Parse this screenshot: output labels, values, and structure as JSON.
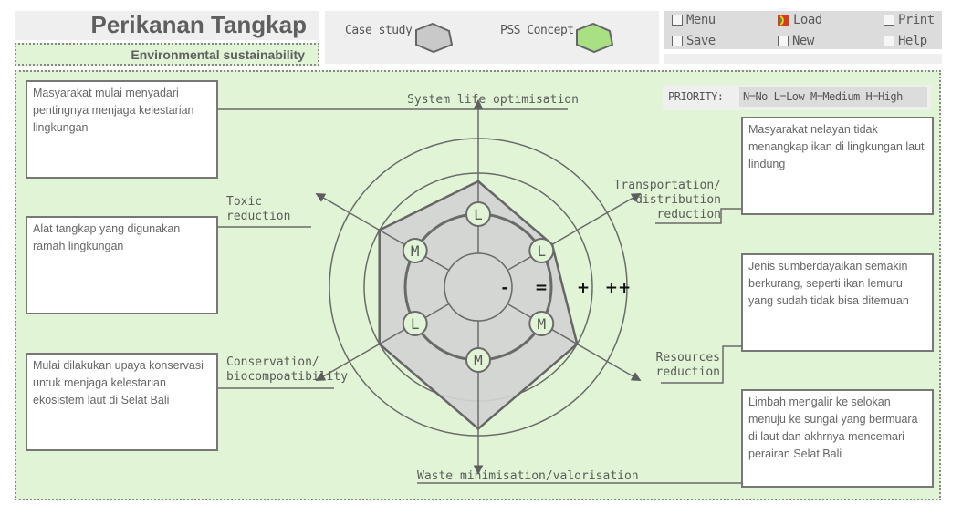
{
  "header": {
    "title": "Perikanan Tangkap",
    "subtitle": "Environmental sustainability"
  },
  "legend": {
    "case_study_label": "Case study",
    "case_study_color": "#c9c9c9",
    "pss_concept_label": "PSS Concept",
    "pss_concept_color": "#a9e084"
  },
  "menu": {
    "items": [
      {
        "label": "Menu",
        "icon": "checkbox-icon"
      },
      {
        "label": "Load",
        "icon": "load-icon"
      },
      {
        "label": "Print",
        "icon": "checkbox-icon"
      },
      {
        "label": "Save",
        "icon": "checkbox-icon"
      },
      {
        "label": "New",
        "icon": "checkbox-icon"
      },
      {
        "label": "Help",
        "icon": "checkbox-icon"
      }
    ]
  },
  "priority": {
    "label": "PRIORITY:",
    "legend": "N=No  L=Low  M=Medium  H=High"
  },
  "scale": {
    "levels": [
      "-",
      "=",
      "+",
      "++"
    ]
  },
  "axes": [
    {
      "id": "system-life",
      "label_lines": [
        "System life optimisation"
      ],
      "priority": "L",
      "case_study_value": 2.8,
      "note": "Masyarakat mulai menyadari pentingnya menjaga kelestarian lingkungan"
    },
    {
      "id": "transportation",
      "label_lines": [
        "Transportation/",
        "distribution",
        "reduction"
      ],
      "priority": "L",
      "case_study_value": 2.3,
      "note": "Masyarakat nelayan tidak menangkap ikan di lingkungan laut lindung"
    },
    {
      "id": "resources",
      "label_lines": [
        "Resources",
        "reduction"
      ],
      "priority": "M",
      "case_study_value": 3.0,
      "note": "Jenis sumberdayaikan semakin berkurang, seperti ikan lemuru yang sudah tidak bisa ditemuan"
    },
    {
      "id": "waste",
      "label_lines": [
        "Waste minimisation/valorisation"
      ],
      "priority": "M",
      "case_study_value": 3.8,
      "note": "Limbah mengalir ke selokan menuju ke sungai yang bermuara di laut dan akhrnya mencemari perairan Selat Bali"
    },
    {
      "id": "conservation",
      "label_lines": [
        "Conservation/",
        "biocompoatibility"
      ],
      "priority": "L",
      "case_study_value": 3.0,
      "note": "Mulai dilakukan upaya konservasi untuk menjaga kelestarian ekosistem laut di Selat Bali"
    },
    {
      "id": "toxic",
      "label_lines": [
        "Toxic",
        "reduction"
      ],
      "priority": "M",
      "case_study_value": 3.0,
      "note": "Alat tangkap yang digunakan ramah lingkungan"
    }
  ]
}
